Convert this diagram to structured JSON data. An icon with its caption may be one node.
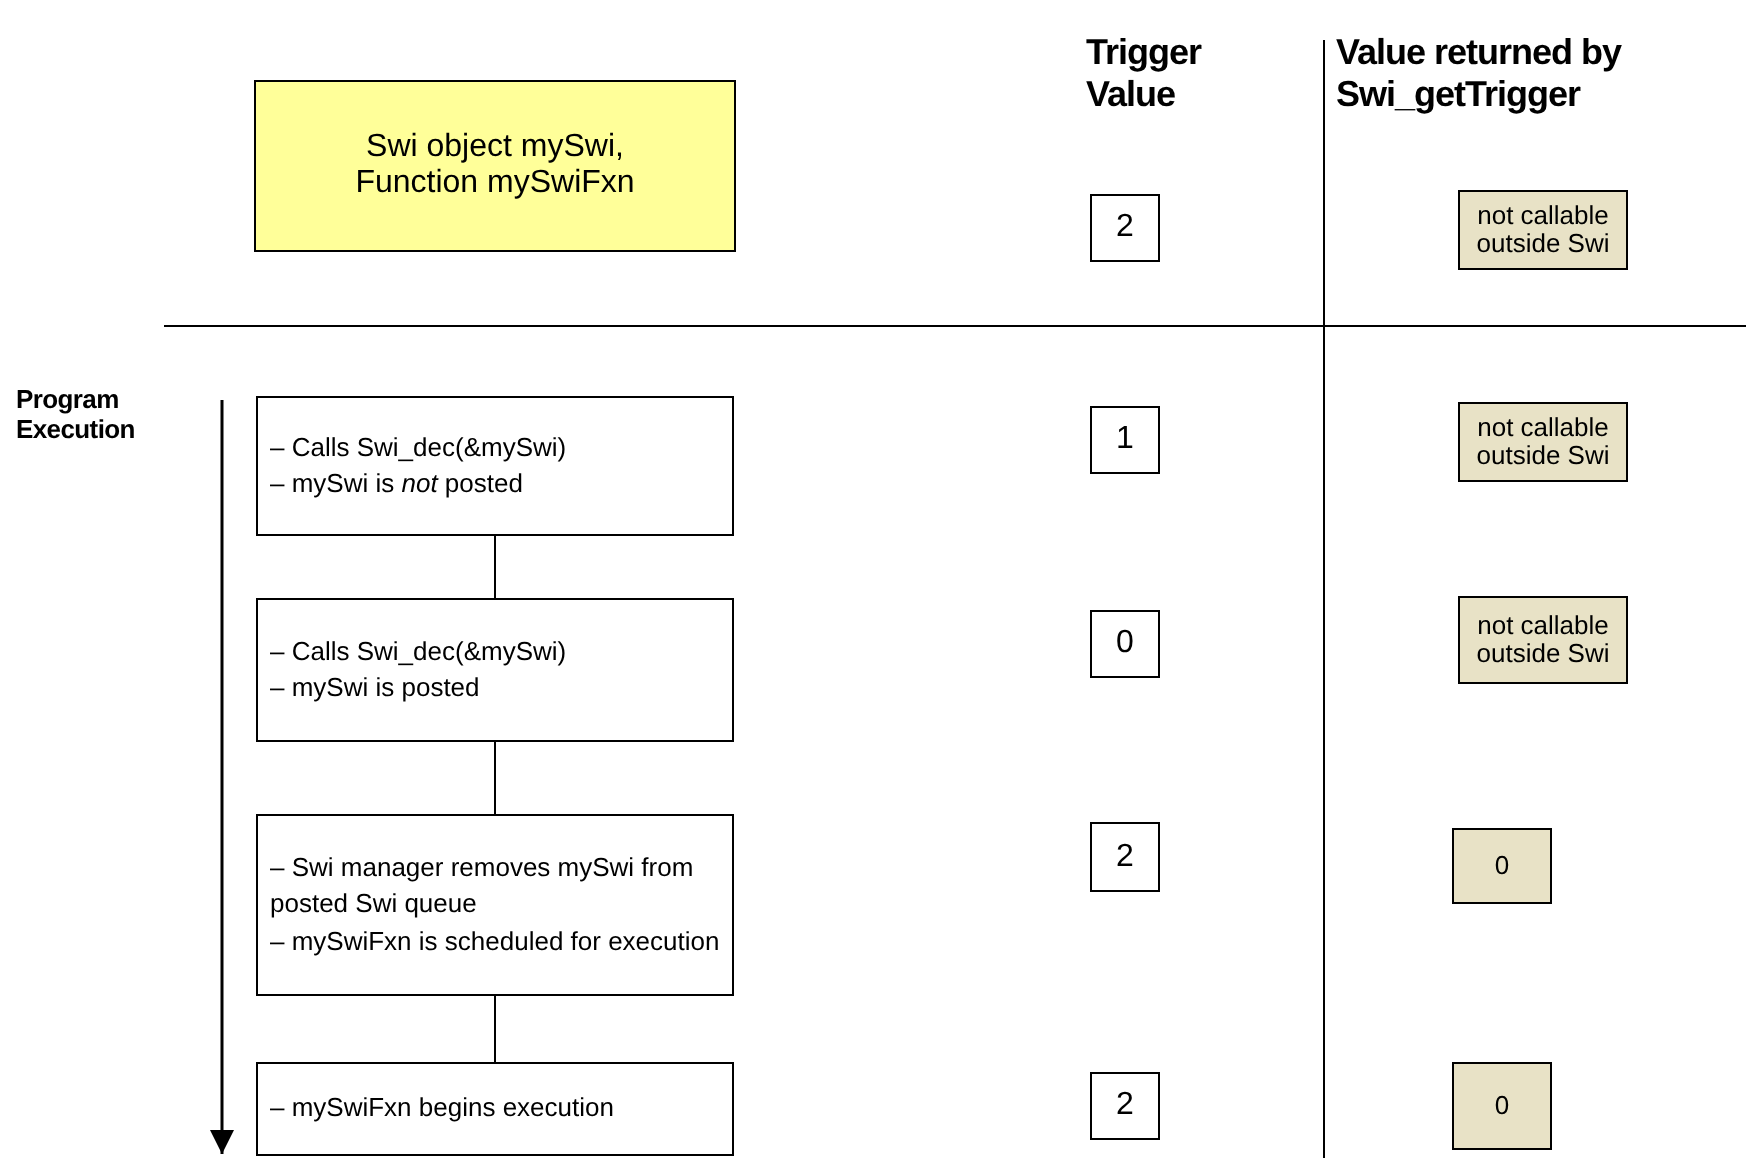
{
  "diagram": {
    "nodes": [
      {
        "text": [
          "Swi object mySwi, Function mySwiFxn"
        ]
      },
      {
        "text": [
          "2"
        ]
      },
      {
        "text": [
          "not callable outside Swi"
        ]
      },
      {
        "text": [
          "– Calls Swi_dec(&mySwi)",
          "– mySwi is *not* posted"
        ]
      },
      {
        "text": [
          "1"
        ]
      },
      {
        "text": [
          "not callable outside Swi"
        ]
      },
      {
        "text": [
          "– Calls Swi_dec(&mySwi)",
          "– mySwi is posted"
        ]
      },
      {
        "text": [
          "0"
        ]
      },
      {
        "text": [
          "not callable outside Swi"
        ]
      },
      {
        "text": [
          "– Swi manager removes mySwi from posted Swi queue",
          "– mySwiFxn is scheduled for execution"
        ]
      },
      {
        "text": [
          "2"
        ]
      },
      {
        "text": [
          "0"
        ]
      },
      {
        "text": [
          "– mySwiFxn begins execution"
        ]
      },
      {
        "text": [
          "2"
        ]
      },
      {
        "text": [
          "0"
        ]
      }
    ],
    "edges": [
      {
        "from": 3,
        "to": 6,
        "arrow": "none"
      },
      {
        "from": 6,
        "to": 9,
        "arrow": "none"
      },
      {
        "from": 9,
        "to": 12,
        "arrow": "none"
      }
    ],
    "labels": [
      "Trigger Value",
      "Value returned by Swi_getTrigger",
      "Program Execution"
    ]
  }
}
